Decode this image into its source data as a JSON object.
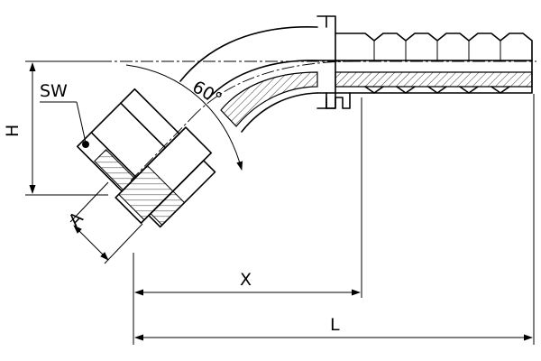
{
  "labels": {
    "sw": "SW",
    "h": "H",
    "angle": "60°",
    "a": "A",
    "x": "X",
    "l": "L"
  }
}
